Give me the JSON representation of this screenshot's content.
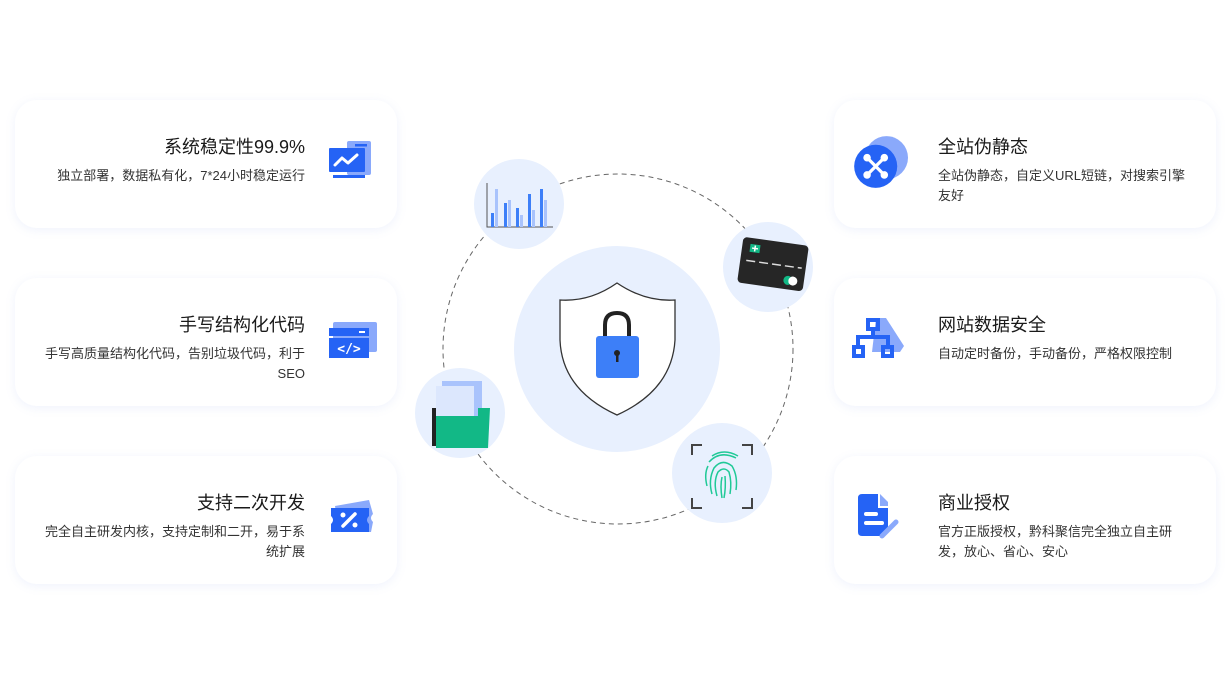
{
  "left_features": [
    {
      "title": "系统稳定性99.9%",
      "desc": "独立部署，数据私有化，7*24小时稳定运行",
      "icon": "monitor-chart-icon"
    },
    {
      "title": "手写结构化代码",
      "desc": "手写高质量结构化代码，告别垃圾代码，利于SEO",
      "icon": "code-window-icon"
    },
    {
      "title": "支持二次开发",
      "desc": "完全自主研发内核，支持定制和二开，易于系统扩展",
      "icon": "ticket-percent-icon"
    }
  ],
  "right_features": [
    {
      "title": "全站伪静态",
      "desc": "全站伪静态，自定义URL短链，对搜索引擎友好",
      "icon": "network-nodes-icon"
    },
    {
      "title": "网站数据安全",
      "desc": "自动定时备份，手动备份，严格权限控制",
      "icon": "sitemap-icon"
    },
    {
      "title": "商业授权",
      "desc": "官方正版授权，黔科聚信完全独立自主研发，放心、省心、安心",
      "icon": "document-edit-icon"
    }
  ],
  "colors": {
    "accent": "#2563f5",
    "accent_light": "#8aa9fb",
    "circle_bg": "#e8f0fe",
    "green": "#12b886"
  }
}
